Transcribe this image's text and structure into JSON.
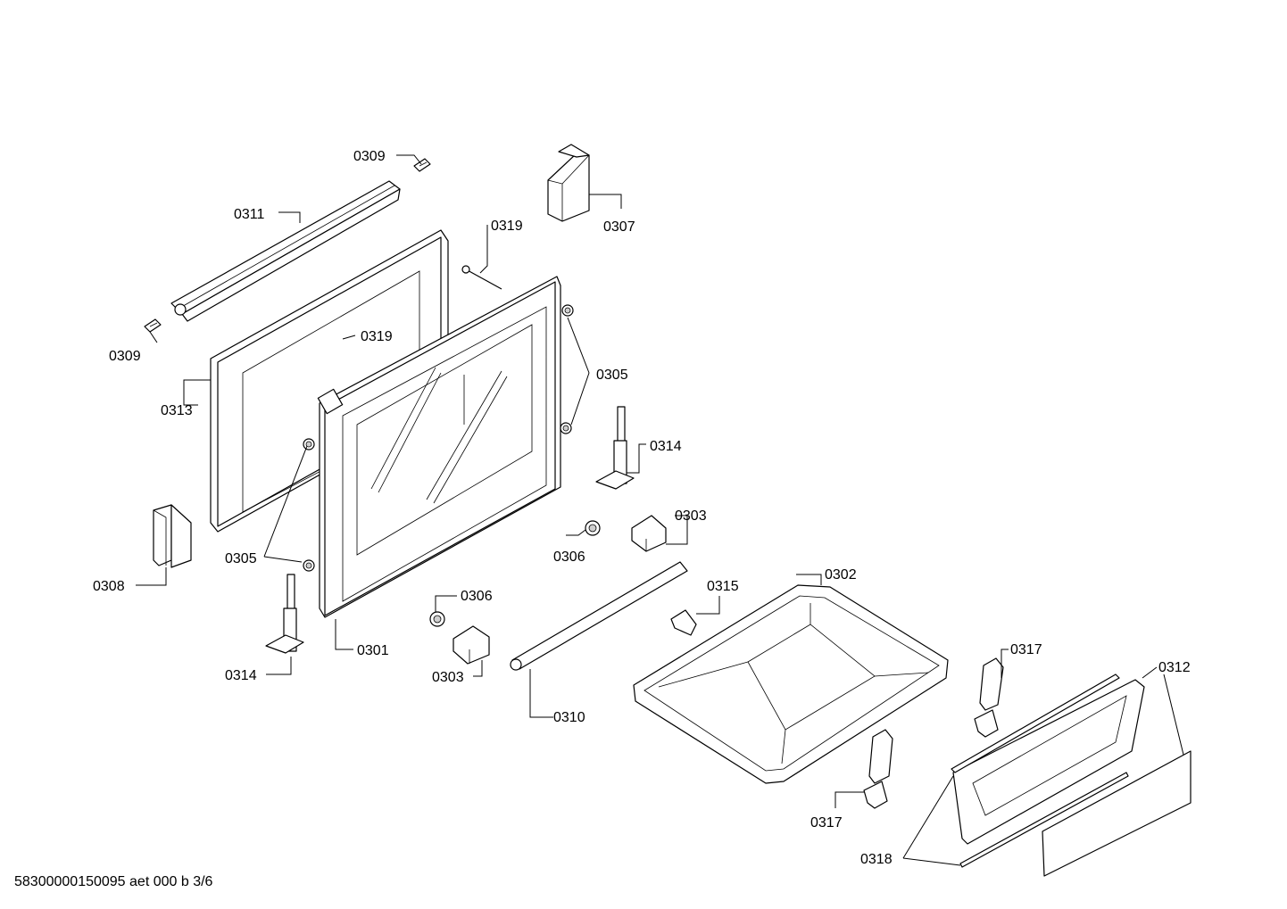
{
  "labels": {
    "l0309a": "0309",
    "l0311": "0311",
    "l0319a": "0319",
    "l0307": "0307",
    "l0309b": "0309",
    "l0319b": "0319",
    "l0313": "0313",
    "l0305a": "0305",
    "l0314a": "0314",
    "l0303a": "0303",
    "l0306a": "0306",
    "l0302": "0302",
    "l0315": "0315",
    "l0308": "0308",
    "l0305b": "0305",
    "l0306b": "0306",
    "l0301": "0301",
    "l0314b": "0314",
    "l0303b": "0303",
    "l0310": "0310",
    "l0317a": "0317",
    "l0312": "0312",
    "l0317b": "0317",
    "l0318": "0318"
  },
  "footer": "58300000150095 aet 000 b 3/6"
}
